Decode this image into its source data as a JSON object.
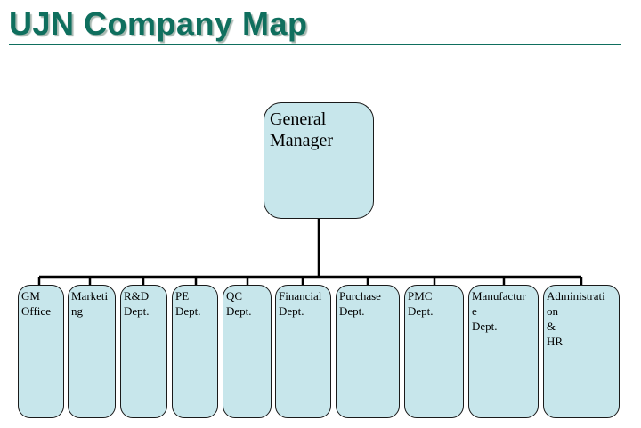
{
  "page": {
    "title": "UJN Company Map",
    "title_color": "#0f6f5e",
    "box_fill": "#c7e6eb",
    "line_color": "#000000"
  },
  "org": {
    "root": {
      "label": "General\nManager"
    },
    "departments": [
      {
        "label": "GM\nOffice"
      },
      {
        "label": "Marketi\nng"
      },
      {
        "label": "R&D\nDept."
      },
      {
        "label": "PE\nDept."
      },
      {
        "label": "QC\nDept."
      },
      {
        "label": "Financial\nDept."
      },
      {
        "label": "Purchase\nDept."
      },
      {
        "label": "PMC\nDept."
      },
      {
        "label": "Manufactur\ne\nDept."
      },
      {
        "label": "Administrati\non\n&\nHR"
      }
    ]
  }
}
